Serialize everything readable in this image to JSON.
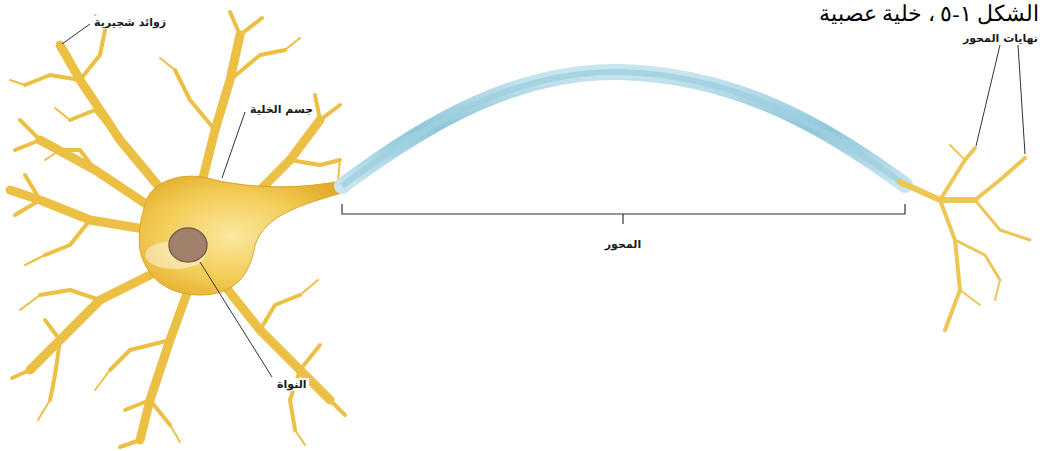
{
  "diagram": {
    "title": "الشكل ١-٥ ، خلية عصبية",
    "labels": [
      "زوائد شجيرية",
      "جسم الخلية",
      "النواة",
      "المحور",
      "نهايات المحور"
    ]
  }
}
